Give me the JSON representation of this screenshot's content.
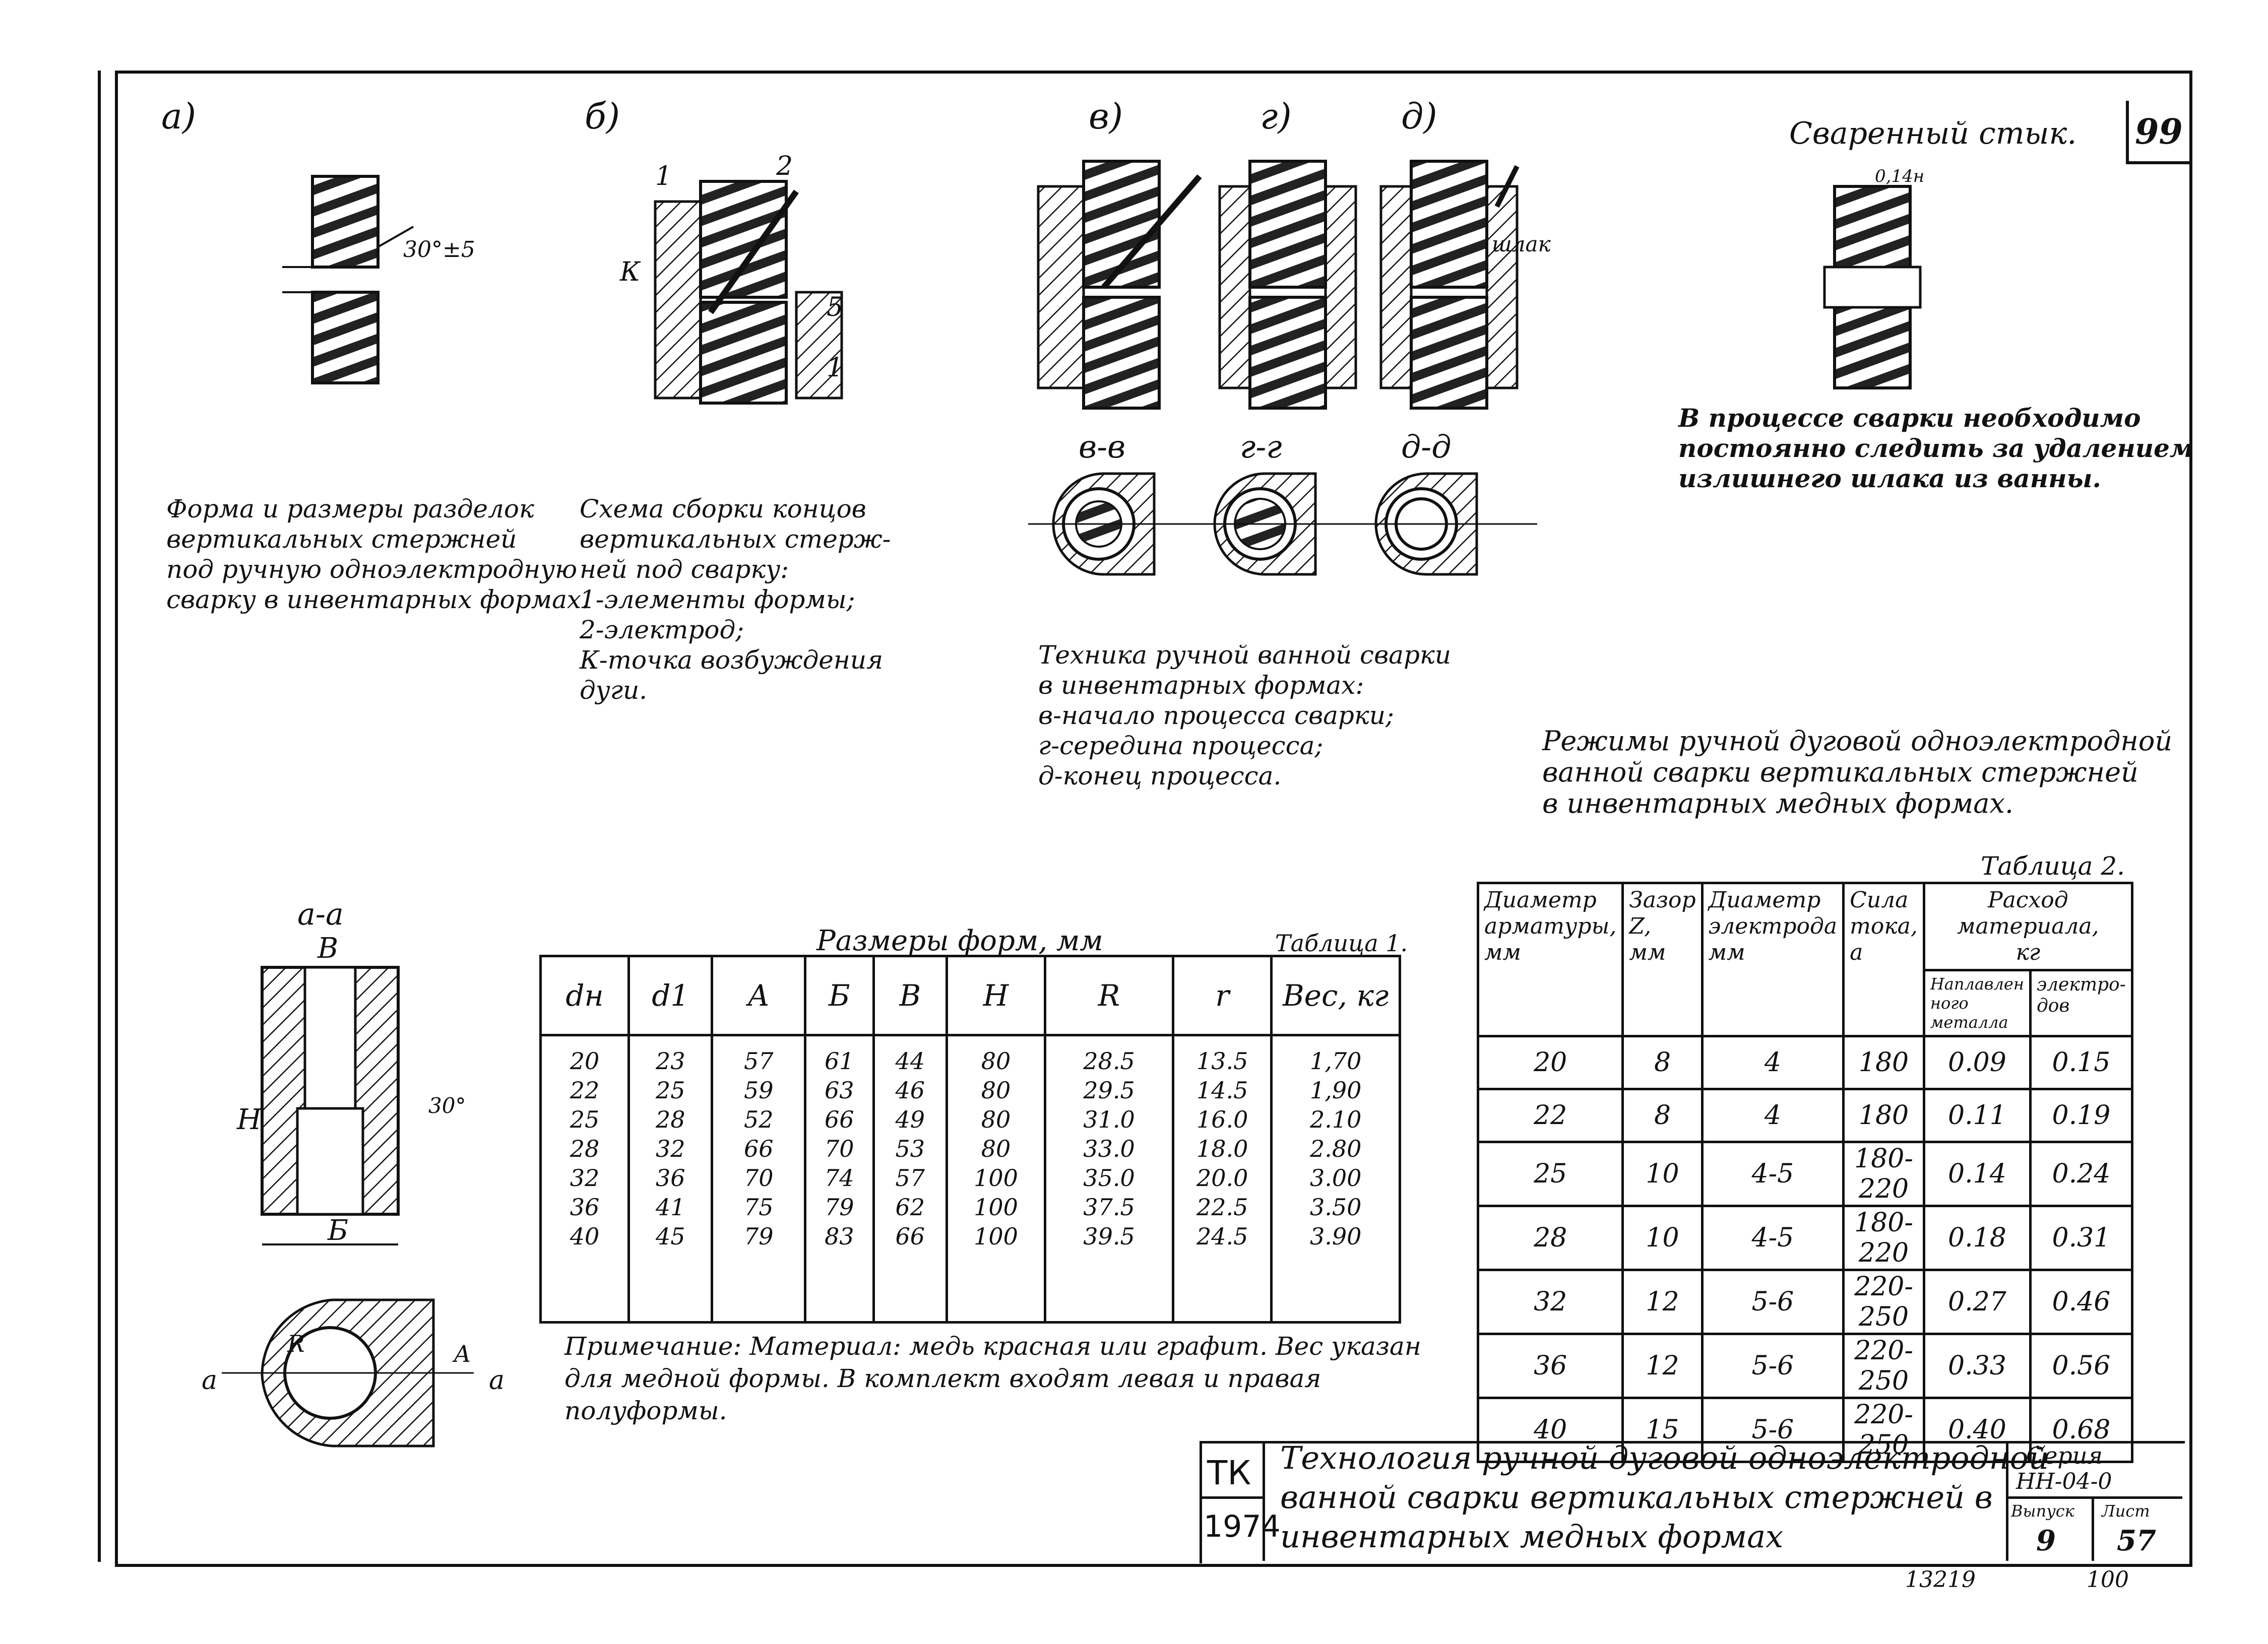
{
  "sheet_number": "99",
  "labels": {
    "a": "а)",
    "b": "б)",
    "v": "в)",
    "g": "г)",
    "d": "д)",
    "welded_joint": "Сваренный стык.",
    "section_vv": "в-в",
    "section_gg": "г-г",
    "section_dd": "д-д",
    "section_aa": "а-а",
    "dim_30_5": "30°±5",
    "dim_5": "5",
    "k": "К",
    "n1": "1",
    "n2": "2",
    "slag": "шлак",
    "dim_014": "0,14н",
    "dim_30deg": "30°",
    "dim_B": "В",
    "dim_H": "Н",
    "dim_b": "Б",
    "dim_A": "А",
    "dim_R": "R",
    "a_left": "а",
    "a_right": "а"
  },
  "captions": {
    "a": "Форма и размеры разделок\nвертикальных стержней\nпод ручную одноэлектродную\nсварку в инвентарных формах.",
    "b": "Схема сборки концов\nвертикальных стерж-\nней под сварку:\n1-элементы формы;\n2-электрод;\nК-точка возбуждения\nдуги.",
    "technique": "Техника ручной ванной сварки\nв инвентарных формах:\nв-начало процесса сварки;\nг-середина процесса;\nд-конец процесса.",
    "welded": "В процессе сварки необходимо\nпостоянно следить за удалением\nизлишнего шлака из ванны.",
    "modes": "Режимы ручной дуговой одноэлектродной\nванной сварки вертикальных стержней\nв инвентарных медных формах."
  },
  "table1": {
    "title": "Размеры форм, мм",
    "label": "Таблица 1.",
    "headers": [
      "dн",
      "d1",
      "А",
      "Б",
      "В",
      "Н",
      "R",
      "r",
      "Вес, кг"
    ],
    "columns": [
      [
        "20",
        "22",
        "25",
        "28",
        "32",
        "36",
        "40"
      ],
      [
        "23",
        "25",
        "28",
        "32",
        "36",
        "41",
        "45"
      ],
      [
        "57",
        "59",
        "52",
        "66",
        "70",
        "75",
        "79"
      ],
      [
        "61",
        "63",
        "66",
        "70",
        "74",
        "79",
        "83"
      ],
      [
        "44",
        "46",
        "49",
        "53",
        "57",
        "62",
        "66"
      ],
      [
        "80",
        "80",
        "80",
        "80",
        "100",
        "100",
        "100"
      ],
      [
        "28.5",
        "29.5",
        "31.0",
        "33.0",
        "35.0",
        "37.5",
        "39.5"
      ],
      [
        "13.5",
        "14.5",
        "16.0",
        "18.0",
        "20.0",
        "22.5",
        "24.5"
      ],
      [
        "1,70",
        "1,90",
        "2.10",
        "2.80",
        "3.00",
        "3.50",
        "3.90"
      ]
    ]
  },
  "note": "Примечание: Материал: медь красная или графит. Вес указан\nдля медной формы. В комплект входят левая и правая\nполуформы.",
  "table2": {
    "label": "Таблица 2.",
    "headers": {
      "diam": "Диаметр\nарматуры,\nмм",
      "gap": "Зазор\nZ,\nмм",
      "electrode": "Диаметр\nэлектрода\nмм",
      "current": "Сила\nтока,\nа",
      "consumption": "Расход\nматериала,\nкг",
      "deposited": "Наплавлен\nного\nметалла",
      "electrodes": "электро-\nдов"
    },
    "rows": [
      [
        "20",
        "8",
        "4",
        "180",
        "0.09",
        "0.15"
      ],
      [
        "22",
        "8",
        "4",
        "180",
        "0.11",
        "0.19"
      ],
      [
        "25",
        "10",
        "4-5",
        "180-220",
        "0.14",
        "0.24"
      ],
      [
        "28",
        "10",
        "4-5",
        "180-220",
        "0.18",
        "0.31"
      ],
      [
        "32",
        "12",
        "5-6",
        "220-250",
        "0.27",
        "0.46"
      ],
      [
        "36",
        "12",
        "5-6",
        "220-250",
        "0.33",
        "0.56"
      ],
      [
        "40",
        "15",
        "5-6",
        "220-250",
        "0.40",
        "0.68"
      ]
    ]
  },
  "title_block": {
    "tk": "ТК",
    "year": "1974",
    "title": "Технология ручной дуговой одноэлектродной\nванной сварки вертикальных стержней в\nинвентарных медных формах",
    "series_label": "Серия",
    "series_value": "НН-04-0",
    "issue_label": "Выпуск",
    "issue_value": "9",
    "sheet_label": "Лист",
    "sheet_value": "57"
  },
  "footer": {
    "code": "13219",
    "num": "100"
  }
}
